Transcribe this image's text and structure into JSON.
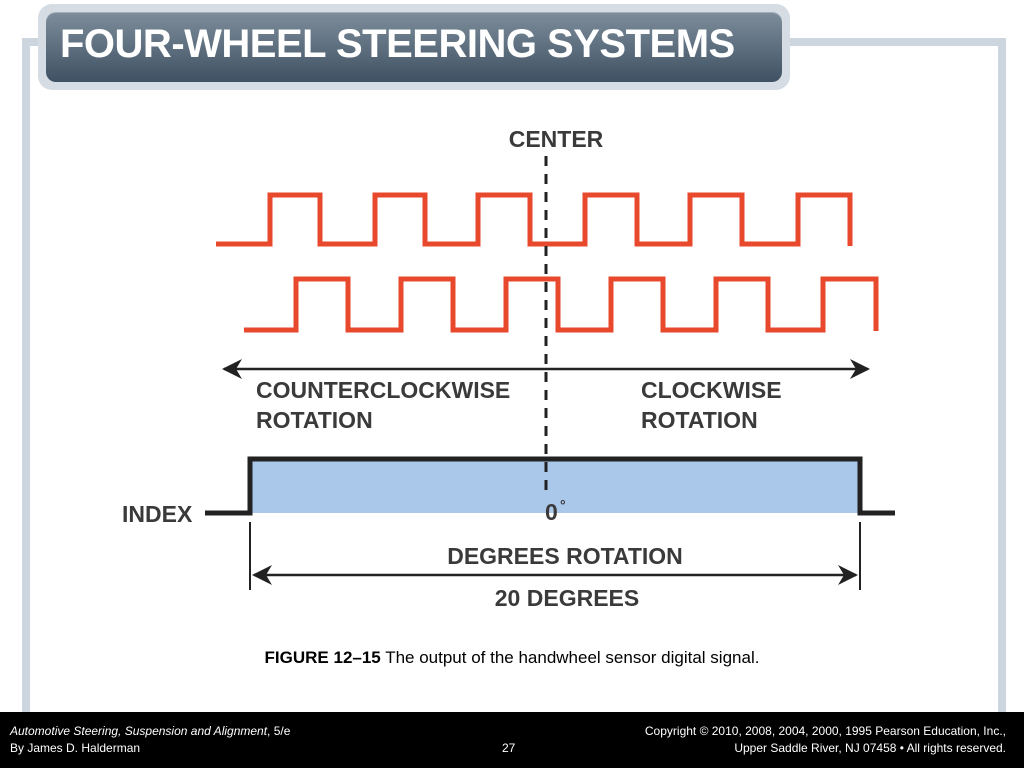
{
  "slide": {
    "title": "FOUR-WHEEL STEERING SYSTEMS"
  },
  "diagram": {
    "center_label": "CENTER",
    "ccw_line1": "COUNTERCLOCKWISE",
    "ccw_line2": "ROTATION",
    "cw_line1": "CLOCKWISE",
    "cw_line2": "ROTATION",
    "index_label": "INDEX",
    "zero_label": "0",
    "degree_symbol": "°",
    "degrees_rotation_label": "DEGREES ROTATION",
    "twenty_degrees_label": "20 DEGREES",
    "signal_color": "#e8482c",
    "index_fill_color": "#a9c8ea"
  },
  "caption": {
    "figure_number": "FIGURE 12–15",
    "text": " The output of the handwheel sensor digital signal."
  },
  "footer": {
    "book_title": "Automotive Steering, Suspension and Alignment",
    "edition": ", 5/e",
    "author": "By James D. Halderman",
    "page_number": "27",
    "copyright_line1": "Copyright © 2010, 2008, 2004, 2000, 1995 Pearson Education, Inc.,",
    "copyright_line2": "Upper Saddle River, NJ 07458 • All rights reserved."
  }
}
